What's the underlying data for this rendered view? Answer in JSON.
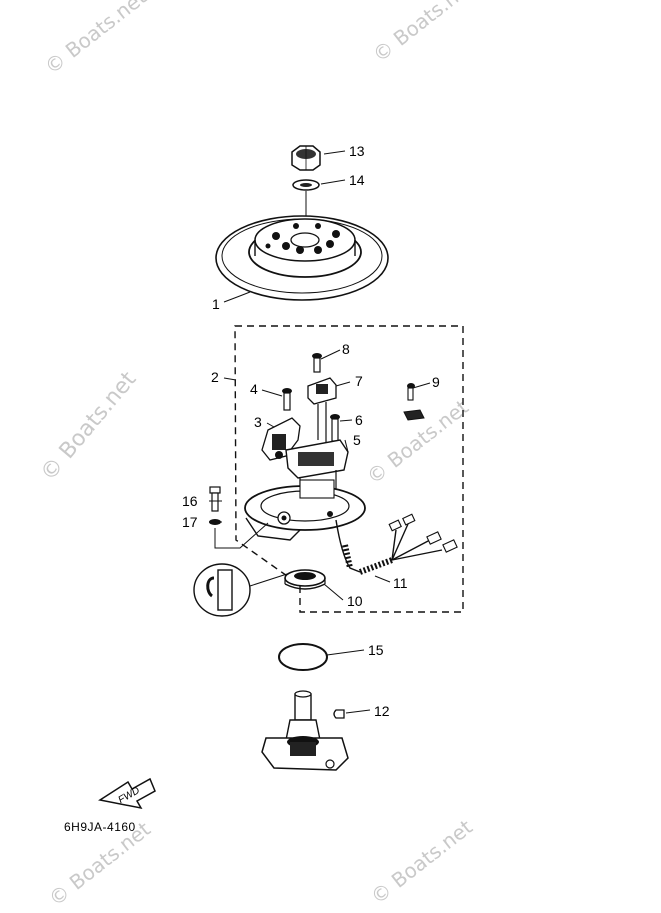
{
  "watermark": "© Boats.net",
  "drawing_code": "6H9JA-4160",
  "fwd_text": "FWD",
  "callouts": {
    "c1": "1",
    "c2": "2",
    "c3": "3",
    "c4": "4",
    "c5": "5",
    "c6": "6",
    "c7": "7",
    "c8": "8",
    "c9": "9",
    "c10": "10",
    "c11": "11",
    "c12": "12",
    "c13": "13",
    "c14": "14",
    "c15": "15",
    "c16": "16",
    "c17": "17"
  }
}
